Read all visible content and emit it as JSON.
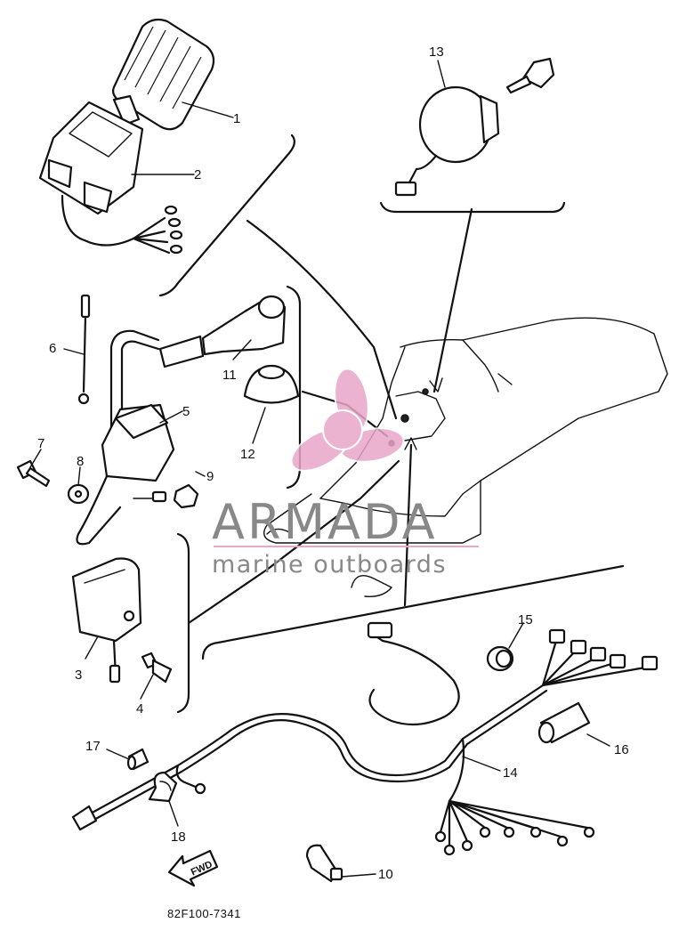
{
  "callouts": [
    {
      "num": "1"
    },
    {
      "num": "2"
    },
    {
      "num": "3"
    },
    {
      "num": "4"
    },
    {
      "num": "5"
    },
    {
      "num": "6"
    },
    {
      "num": "7"
    },
    {
      "num": "8"
    },
    {
      "num": "9"
    },
    {
      "num": "10"
    },
    {
      "num": "11"
    },
    {
      "num": "12"
    },
    {
      "num": "13"
    },
    {
      "num": "14"
    },
    {
      "num": "15"
    },
    {
      "num": "16"
    },
    {
      "num": "17"
    },
    {
      "num": "18"
    }
  ],
  "fwd_label": "FWD",
  "drawing_code": "82F100-7341",
  "watermark": {
    "title": "ARMADA",
    "subtitle": "marine outboards",
    "color": "#888888",
    "accent": "#e9a6c8"
  }
}
